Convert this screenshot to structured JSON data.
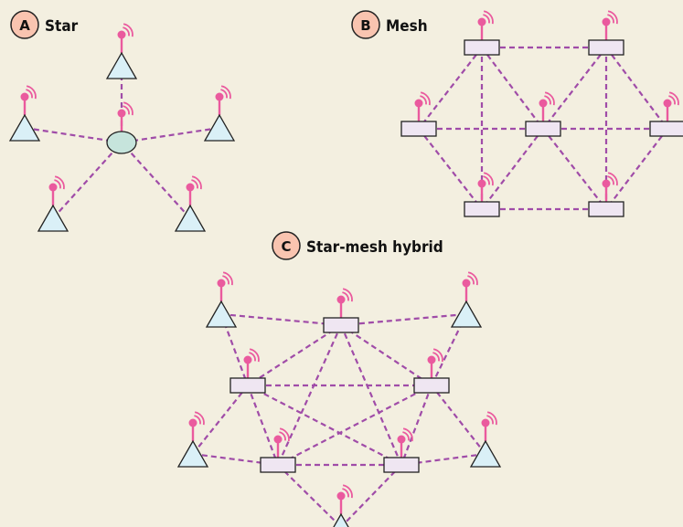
{
  "panels": [
    {
      "letter": "A",
      "title": "Star"
    },
    {
      "letter": "B",
      "title": "Mesh"
    },
    {
      "letter": "C",
      "title": "Star-mesh hybrid"
    }
  ],
  "colors": {
    "background": "#f3efe0",
    "badge_fill": "#f9c4b0",
    "link": "#a04ca8",
    "antenna": "#ea5a9e",
    "triangle_fill": "#daf0f7",
    "rect_fill": "#efe6f2",
    "hub_fill": "#c6e4dc",
    "outline": "#222222"
  },
  "icons": [
    "antenna-icon",
    "end-node-icon",
    "router-icon",
    "hub-icon"
  ]
}
